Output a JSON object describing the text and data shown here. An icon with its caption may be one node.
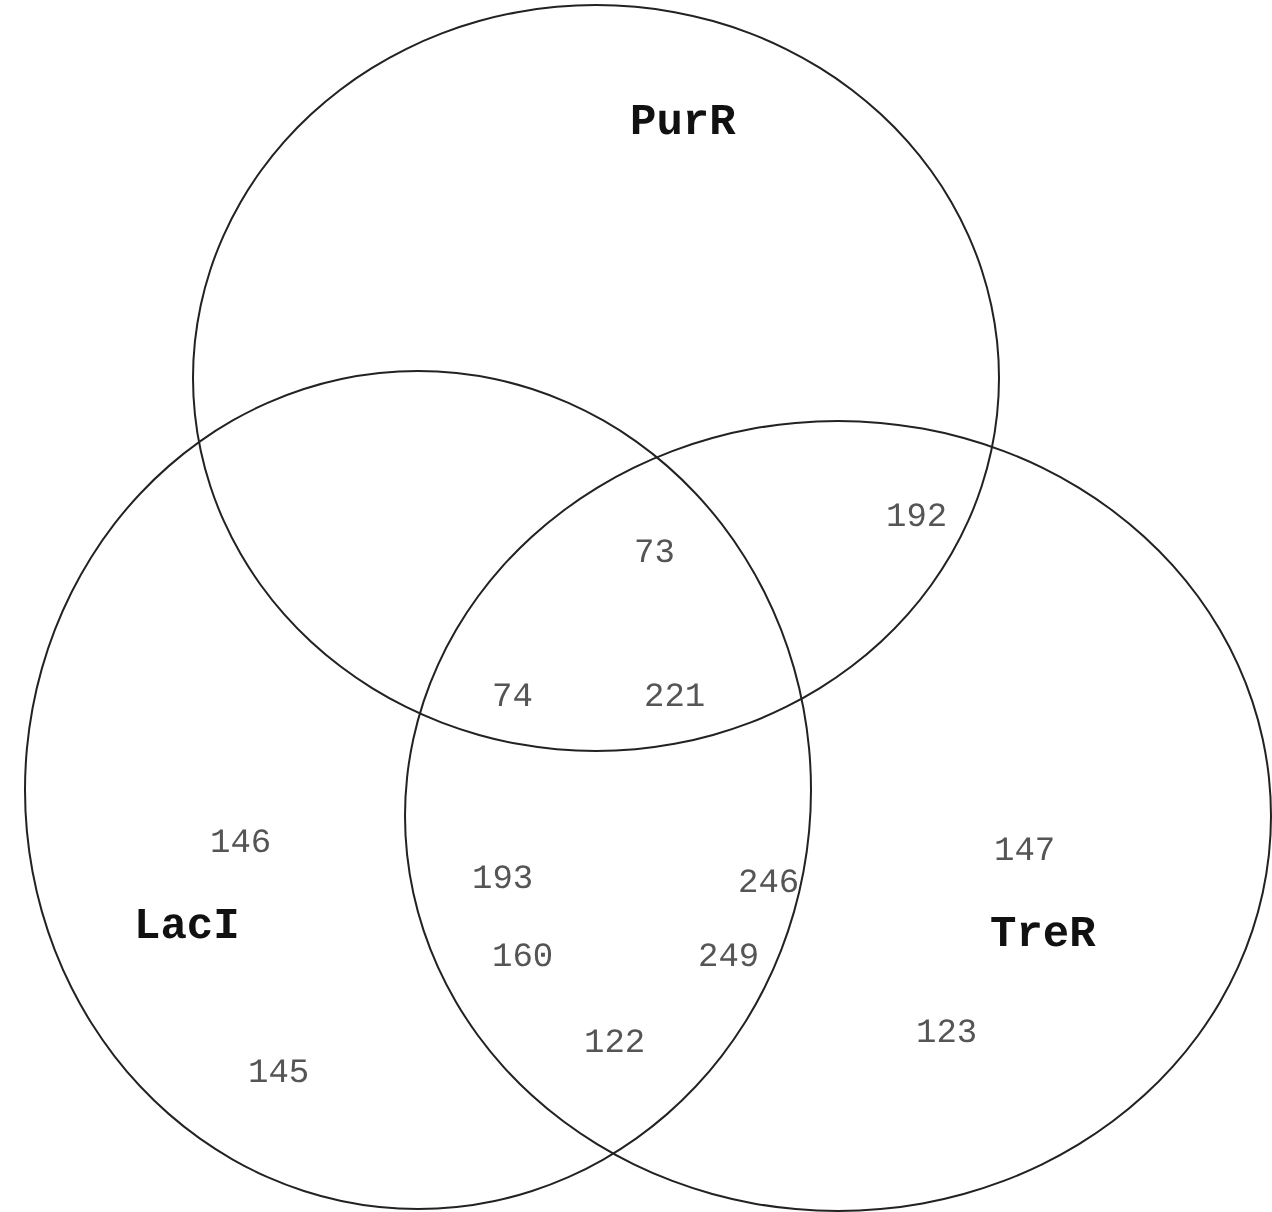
{
  "diagram": {
    "nodes": [
      {
        "text": [
          "PurR"
        ]
      },
      {
        "text": [
          "LacI"
        ]
      },
      {
        "text": [
          "TreR"
        ]
      }
    ],
    "labels": [
      "192",
      "73",
      "74",
      "221",
      "146",
      "147",
      "193",
      "246",
      "160",
      "249",
      "122",
      "123",
      "145"
    ]
  }
}
